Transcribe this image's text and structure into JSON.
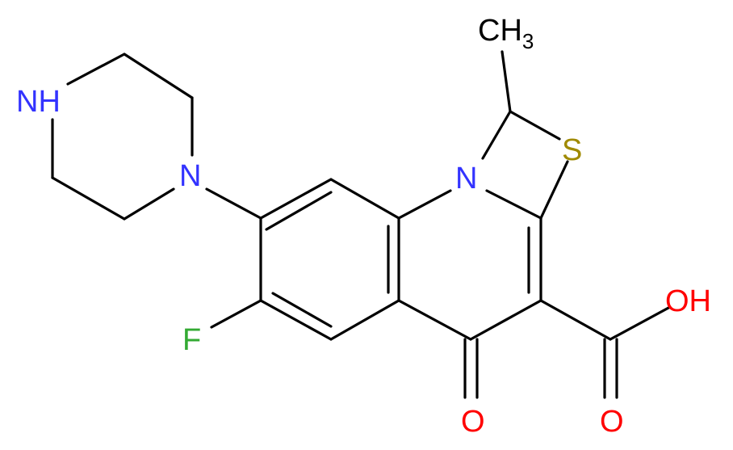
{
  "colors": {
    "bond": "#000000",
    "nitrogen": "#3333ff",
    "sulfur": "#a08a00",
    "oxygen": "#ff0000",
    "fluorine": "#33aa33",
    "carbon": "#000000"
  },
  "atoms": {
    "methyl": {
      "main": "CH",
      "subscript": "3"
    },
    "sulfur": "S",
    "ring_nitrogen": "N",
    "piperazine_n1": "N",
    "piperazine_nh": "NH",
    "fluorine": "F",
    "keto_oxygen": "O",
    "acid_hydroxyl": "OH",
    "acid_carbonyl": "O"
  }
}
